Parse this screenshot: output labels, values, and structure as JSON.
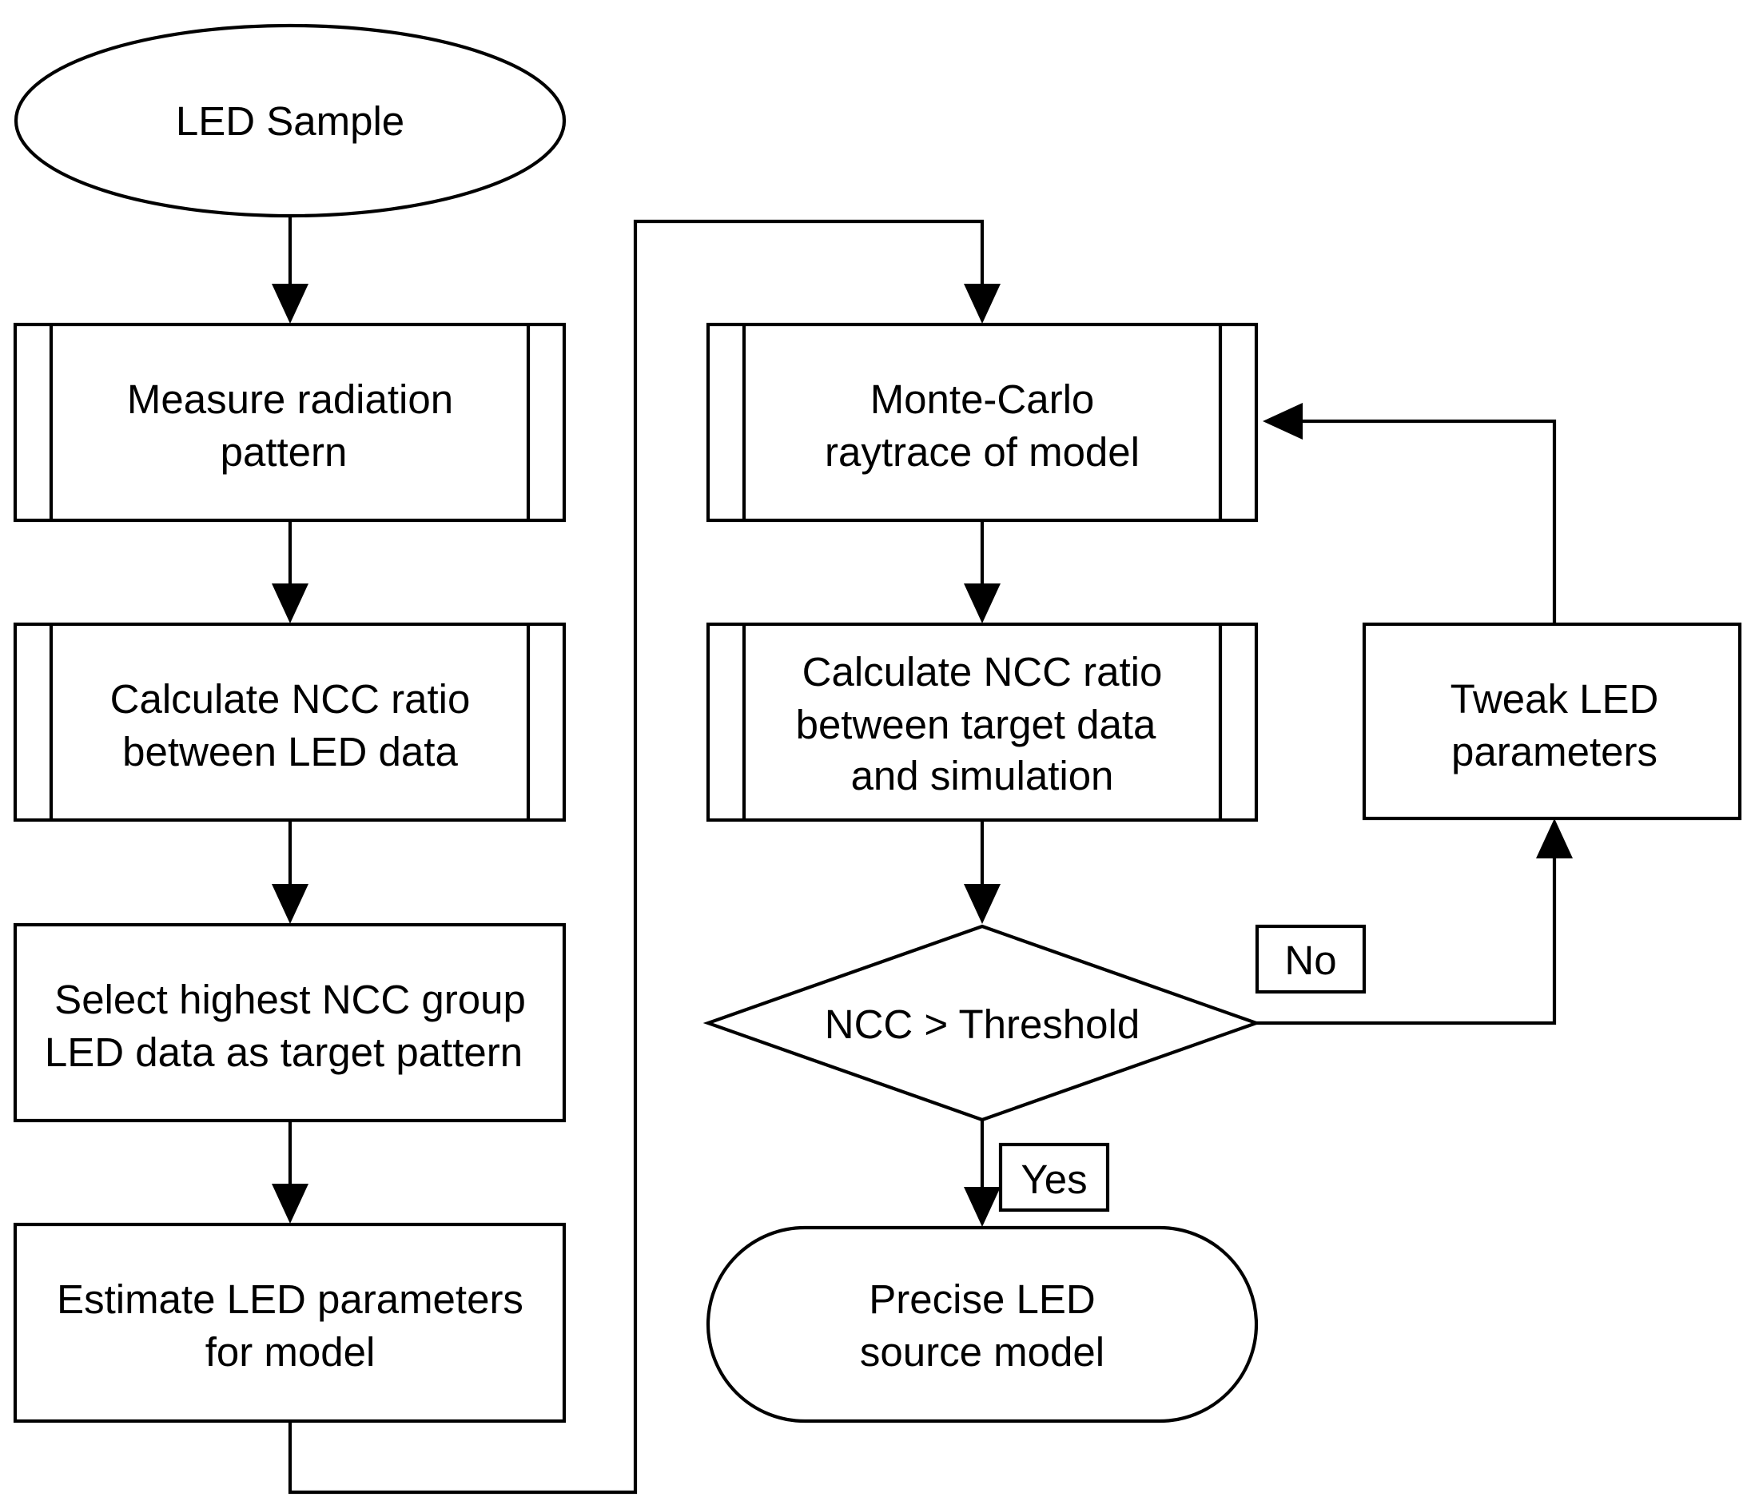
{
  "diagram": {
    "start": {
      "text": "LED Sample"
    },
    "measure": {
      "line1": "Measure radiation",
      "line2": "pattern"
    },
    "calc_led": {
      "line1": "Calculate NCC ratio",
      "line2": "between LED data"
    },
    "select": {
      "line1": "Select highest NCC group",
      "line2": "LED data as target pattern"
    },
    "estimate": {
      "line1": "Estimate LED parameters",
      "line2": "for model"
    },
    "montecarlo": {
      "line1": "Monte-Carlo",
      "line2": "raytrace of model"
    },
    "calc_sim": {
      "line1": "Calculate NCC ratio",
      "line2": "between target data",
      "line3": "and simulation"
    },
    "decision": {
      "text": "NCC > Threshold"
    },
    "tweak": {
      "line1": "Tweak LED",
      "line2": "parameters"
    },
    "end": {
      "line1": "Precise LED",
      "line2": "source model"
    },
    "no_label": "No",
    "yes_label": "Yes"
  }
}
